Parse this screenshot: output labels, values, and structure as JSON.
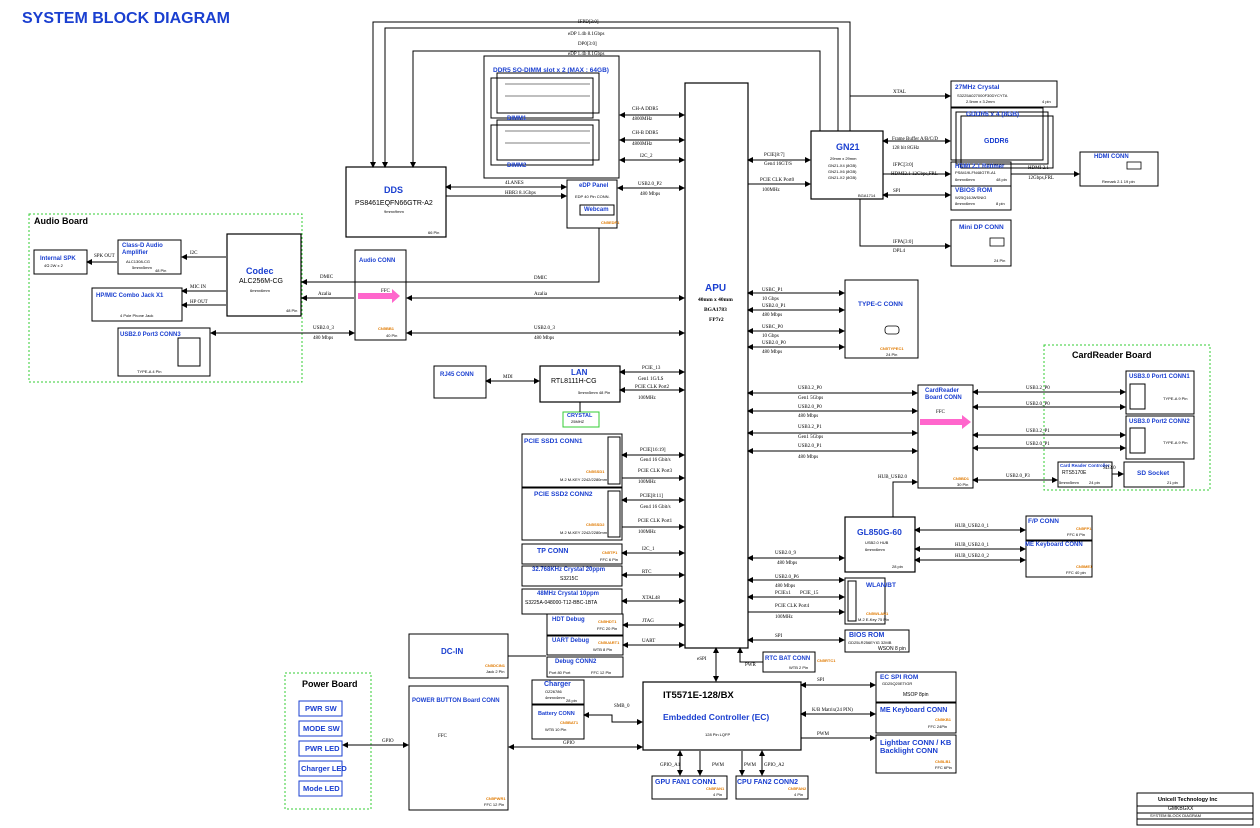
{
  "title": "SYSTEM BLOCK DIAGRAM",
  "groups": {
    "audio": "Audio Board",
    "cardreader": "CardReader Board",
    "power": "Power Board"
  },
  "apu": {
    "name": "APU",
    "pkg": "40mm x 40mm",
    "bga": "BGA1783",
    "fp": "FP7r2"
  },
  "ddr": {
    "title": "DDR5 SO-DIMM slot x 2 (MAX : 64GB)",
    "dimm1": "DIMM1",
    "dimm2": "DIMM2",
    "cha": "CH-A DDR5",
    "chb": "CH-B DDR5",
    "speed": "4800MHz",
    "i2c": "I2C_2"
  },
  "dds": {
    "name": "DDS",
    "part": "PS8461EQFN66GTR-A2",
    "size": "9mmx9mm",
    "pins": "66 Pin"
  },
  "edp": {
    "name": "eDP Panel",
    "sub": "EDP 40 Pin CONN.",
    "cam": "Webcam",
    "tag": "CN5EDP1",
    "usb": "USB2.0_P2",
    "speed": "480 Mbps"
  },
  "codec": {
    "name": "Codec",
    "part": "ALC256M-CG",
    "size": "6mmx6mm",
    "pins": "48 Pin"
  },
  "classd": {
    "name": "Class-D Audio Amplifier",
    "part": "ALC1308-CG",
    "size": "5mmx5mm",
    "pins": "48 Pin"
  },
  "spk": {
    "name": "Internal SPK",
    "sub": "4Ω 2W x 2"
  },
  "hpmic": {
    "name": "HP/MIC Combo Jack X1",
    "sub": "4 Pole Phone Jack"
  },
  "usbp3": {
    "name": "USB2.0 Port3 CONN3",
    "sub": "TYPE-A 4 Pin"
  },
  "audio_conn": {
    "name": "Audio CONN",
    "ffc": "FFC",
    "tag": "CN5BB1",
    "pins": "40 Pin"
  },
  "rj45": {
    "name": "RJ45 CONN",
    "mdi": "MDI",
    "tag": "RJ1"
  },
  "lan": {
    "name": "LAN",
    "part": "RTL8111H-CG",
    "size": "5mmx5mm 48 Pin",
    "crystal": "CRYSTAL",
    "crystal_freq": "25MHZ"
  },
  "ssd1": {
    "name": "PCIE SSD1 CONN1",
    "sub": "M.2 M-KEY 2242/2280mm",
    "tag": "CN5SSD1"
  },
  "ssd2": {
    "name": "PCIE SSD2 CONN2",
    "sub": "M.2 M-KEY 2242/2280mm",
    "tag": "CN5SSD2"
  },
  "tp": {
    "name": "TP CONN",
    "sub": "FFC 6 Pin",
    "tag": "CN5TP1",
    "bus": "I2C_1"
  },
  "rtc_xtal": {
    "name": "32.768KHz Crystal 20ppm",
    "part": "S3215C",
    "bus": "RTC"
  },
  "xtal48": {
    "name": "48MHz Crystal 10ppm",
    "part": "S3225A-048000-T12-BBC-1BTA",
    "bus": "XTAL48"
  },
  "hdt": {
    "name": "HDT Debug",
    "sub": "FFC 20 Pin",
    "tag": "CN5HDT1",
    "bus": "JTAG"
  },
  "uart": {
    "name": "UART Debug",
    "sub": "WTB 8 Pin",
    "tag": "CN5UART1",
    "bus": "UART"
  },
  "debug2": {
    "name": "Debug CONN2",
    "sub": "Port 80 Port",
    "ffc": "FFC 12 Pin"
  },
  "gn21": {
    "name": "GN21",
    "size": "29mm x 29mm",
    "l1": "GN21-X4 (8GB)",
    "l2": "GN21-X6 (8GB)",
    "l3": "GN21-X2 (8GB)",
    "bga": "BGA1714"
  },
  "xtal27": {
    "name": "27MHz Crystal",
    "part": "S3225A027000F30DYCYTA",
    "sub": "2.5mm x 3.2mm",
    "pins": "4 pin",
    "bus": "XTAL"
  },
  "gddr": {
    "name": "GDDR6 x 4 (8GB)",
    "chip": "GDDR6",
    "fb": "Frame Buffer A/B/C/D",
    "bit": "128 bit 8GHz"
  },
  "hdmi_rt": {
    "name": "HDMI 2.1 Retimer",
    "part": "PS8419LFN48GTR-A1",
    "size": "6mmx6mm",
    "pins": "48 pin",
    "bus": "IFPC[3:0]",
    "speed": "HDMI2.1 12Gbps,FRL"
  },
  "hdmi": {
    "name": "HDMI CONN",
    "bus": "HDMI 2.1",
    "speed": "12Gbps,FRL",
    "sub": "Remark 2.1 19 pin"
  },
  "vbios": {
    "name": "VBIOS ROM",
    "part": "W25Q16JWSNIG",
    "sub": "8mmx6mm",
    "pins": "8 pin",
    "bus": "SPI"
  },
  "minidp": {
    "name": "Mini DP CONN",
    "bus": "IFPA[3:0]",
    "dpl": "DPL4",
    "pins": "24 Pin"
  },
  "typec": {
    "name": "TYPE-C CONN",
    "tag": "CN5TYPEC1",
    "pins": "24 Pin",
    "usb_p1": "USBC_P1",
    "gbps": "10 Gbps",
    "usb2_p1": "USB2.0_P1",
    "usb_p0": "USBC_P0",
    "usb2_p0": "USB2.0_P0",
    "speed": "480 Mbps"
  },
  "cardbd": {
    "name": "CardReader Board CONN",
    "ffc": "FFC",
    "tag": "CN5BD1",
    "pins": "30 Pin"
  },
  "usb30p1": {
    "name": "USB3.0 Port1 CONN1",
    "sub": "TYPE-A 9 Pin"
  },
  "usb30p2": {
    "name": "USB3.0 Port2 CONN2",
    "sub": "TYPE-A 9 Pin"
  },
  "cr_ctrl": {
    "name": "Card Reader Controller",
    "part": "RTS5170E",
    "size": "5mmx5mm",
    "pins": "24 pin"
  },
  "sd": {
    "name": "SD Socket",
    "pins": "21 pin",
    "bus": "SD3.0"
  },
  "gl850": {
    "name": "GL850G-60",
    "sub": "USB2.0 HUB",
    "size": "6mmx6mm",
    "pins": "28 pin"
  },
  "fp": {
    "name": "F/P CONN",
    "sub": "FFC 6 Pin",
    "tag": "CN5FP1",
    "bus": "HUB_USB2.0_1"
  },
  "mekb": {
    "name": "ME Keyboard CONN",
    "sub": "FFC 40 pin",
    "tag": "CN5ME1",
    "bus1": "HUB_USB2.0_1",
    "bus2": "HUB_USB2.0_2"
  },
  "wlan": {
    "name": "WLAN/BT",
    "sub": "M.2 E-Key 75 Pin",
    "tag": "CN5WLAN1"
  },
  "bios": {
    "name": "BIOS ROM",
    "part": "GD25LR256EYIG 32MB",
    "pins": "WSON 8 pin",
    "bus": "SPI"
  },
  "rtcbat": {
    "name": "RTC BAT CONN",
    "sub": "WTB 2 Pin",
    "tag": "CN5RTC1",
    "pwr": "PWR"
  },
  "dcin": {
    "name": "DC-IN",
    "tag": "CN5DCIN1",
    "sub": "Jack 2 Pin"
  },
  "charger": {
    "name": "Charger",
    "part": "OZ26786",
    "sub": "4mmx4mm",
    "pins": "28 pin"
  },
  "battery": {
    "name": "Battery CONN",
    "sub": "WTB 10 Pin",
    "tag": "CN5BAT1",
    "smb": "SMB_0"
  },
  "ec": {
    "name": "IT5571E-128/BX",
    "sub": "Embedded Controller (EC)",
    "pkg": "128 Pin LQFP",
    "espi": "eSPI",
    "spi": "SPI",
    "kb": "K/B Matrix(24 PIN)",
    "pwm": "PWM"
  },
  "ecspi": {
    "name": "EC SPI ROM",
    "part": "GD25Q20ETIGR",
    "pins": "MSOP 8pin"
  },
  "eckb": {
    "name": "ME Keyboard CONN",
    "sub": "FFC 24Pin",
    "tag": "CN5KB1"
  },
  "lightbar": {
    "name": "Lightbar CONN / KB Backlight CONN",
    "sub": "FFC 6Pin",
    "tag": "CN5LB1"
  },
  "fan1": {
    "name": "GPU FAN1 CONN1",
    "tag": "CN5FAN1",
    "pins": "4 Pin",
    "gpio": "GPIO_A1",
    "pwm": "PWM"
  },
  "fan2": {
    "name": "CPU FAN2 CONN2",
    "tag": "CN5FAN2",
    "pins": "4 Pin",
    "gpio": "GPIO_A2",
    "pwm": "PWM"
  },
  "powerbtn": {
    "name": "POWER BUTTON Board CONN",
    "ffc": "FFC",
    "tag": "CN5PWR1",
    "pins": "FFC 12 Pin",
    "gpio": "GPIO"
  },
  "pwrboard": [
    "PWR SW",
    "MODE SW",
    "PWR LED",
    "Charger LED",
    "Mode LED"
  ],
  "buses": {
    "ifpd": "IFPD[3:0]",
    "edp_lbl": "eDP 1.4b 8.1Gbps",
    "dp0": "DP0[3:0]",
    "dp_lbl": "eDP 1.4b 8.1Gbps",
    "lanes": "4LANES",
    "hbr3": "HBR3 8.1Gbps",
    "dmic": "DMIC",
    "azalia": "Azalia",
    "mic_in": "MIC IN",
    "hp_out": "HP OUT",
    "spk_out": "SPK OUT",
    "i2c": "I2C",
    "usb2p3": "USB2.0_3",
    "m480": "480 Mbps",
    "pcie8_7": "PCIE[8:7]",
    "gen4": "Gen4 16GT/S",
    "pcie_clk0": "PCIE CLK Port0",
    "mhz100": "100MHz",
    "pcie_13": "PCIE_13",
    "gen1": "Gen1 1G/LS",
    "pcie_clk2": "PCIE CLK Port2",
    "pcie16_19": "PCIE[16:19]",
    "gen4b": "Gen4 16 Gbit/s",
    "pcie_clk3": "PCIE CLK Port3",
    "pcie8_11": "PCIE[8:11]",
    "pcie_clk1": "PCIE CLK Port1",
    "usb3p0": "USB3.2_P0",
    "gen1_5": "Gen1 5Gbps",
    "usb2p0": "USB2.0_P0",
    "usb3p1": "USB3.2_P1",
    "usb2p1": "USB2.0_P1",
    "hub": "HUB_USB2.0",
    "usb2p9": "USB2.0_9",
    "usb2p6": "USB2.0_P6",
    "pciex1": "PCIEx1",
    "pcie15": "PCIE_15",
    "pcie_clk4": "PCIE CLK Port4",
    "usb2p3b": "USB2.0_P3"
  },
  "company": {
    "name": "Unicell Technology Inc",
    "model": "GMKBGXX",
    "doc": "SYSTEM BLOCK DIAGRAM"
  }
}
